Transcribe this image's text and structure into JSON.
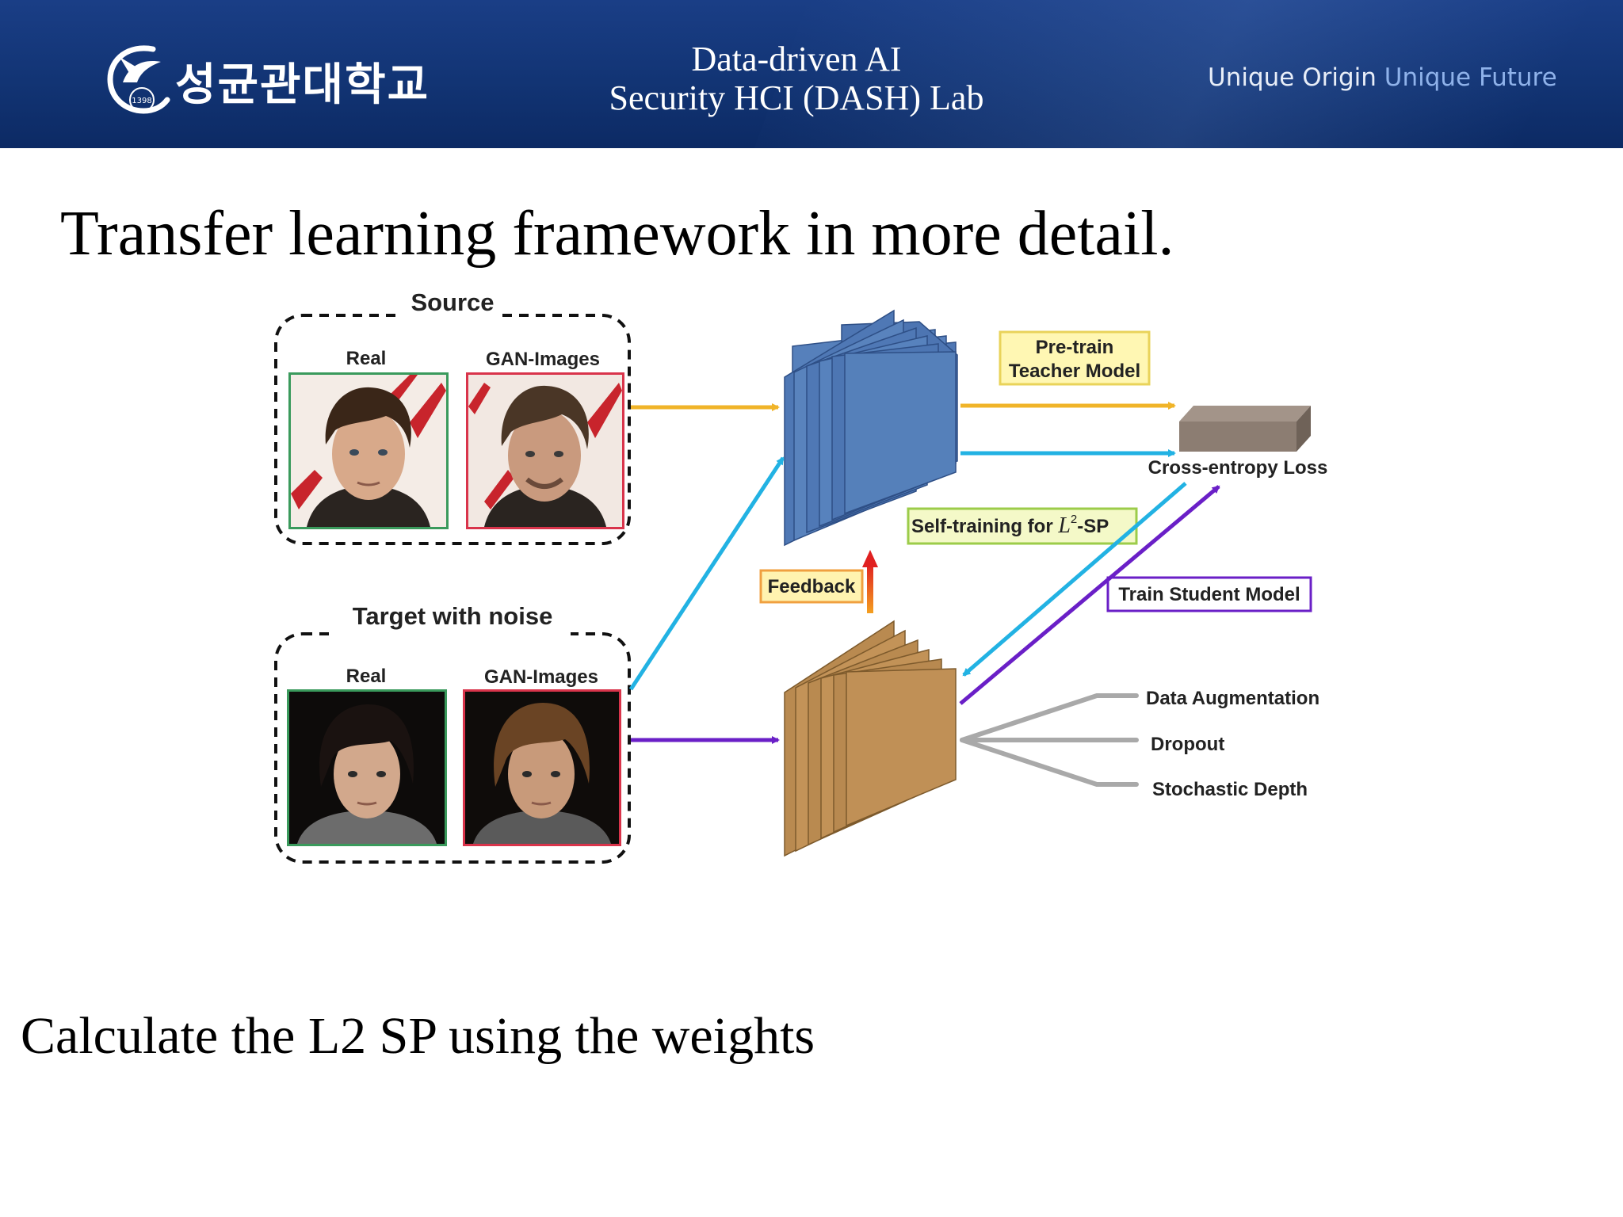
{
  "header": {
    "university_name": "성균관대학교",
    "logo_year": "1398",
    "lab_line1": "Data-driven AI",
    "lab_line2": "Security HCI (DASH) Lab",
    "slogan_part1": "Unique Origin",
    "slogan_part2": "Unique Future"
  },
  "slide": {
    "title": "Transfer learning framework in more detail.",
    "body": "Calculate the L2 SP using the weights"
  },
  "diagram": {
    "source_group": {
      "title": "Source",
      "real_label": "Real",
      "gan_label": "GAN-Images"
    },
    "target_group": {
      "title": "Target with noise",
      "real_label": "Real",
      "gan_label": "GAN-Images"
    },
    "pretrain_box": {
      "line1": "Pre-train",
      "line2": "Teacher Model"
    },
    "loss_label": "Cross-entropy Loss",
    "self_training_label": {
      "prefix": "Self-training for ",
      "math": "L",
      "sup": "2",
      "suffix": "-SP"
    },
    "feedback_label": "Feedback",
    "train_student_label": "Train Student Model",
    "augmentations": [
      "Data Augmentation",
      "Dropout",
      "Stochastic Depth"
    ],
    "colors": {
      "teacher": "#4f77b4",
      "student": "#b98a50",
      "loss_block": "#8c7d72",
      "yellow_arrow": "#f0b429",
      "cyan_arrow": "#22b2e3",
      "purple_arrow": "#6a1fc7",
      "gray_branch": "#a9a9a9",
      "feedback_arrow": "#e02020",
      "real_border": "#3a9a5c",
      "gan_border": "#d9344b"
    }
  }
}
